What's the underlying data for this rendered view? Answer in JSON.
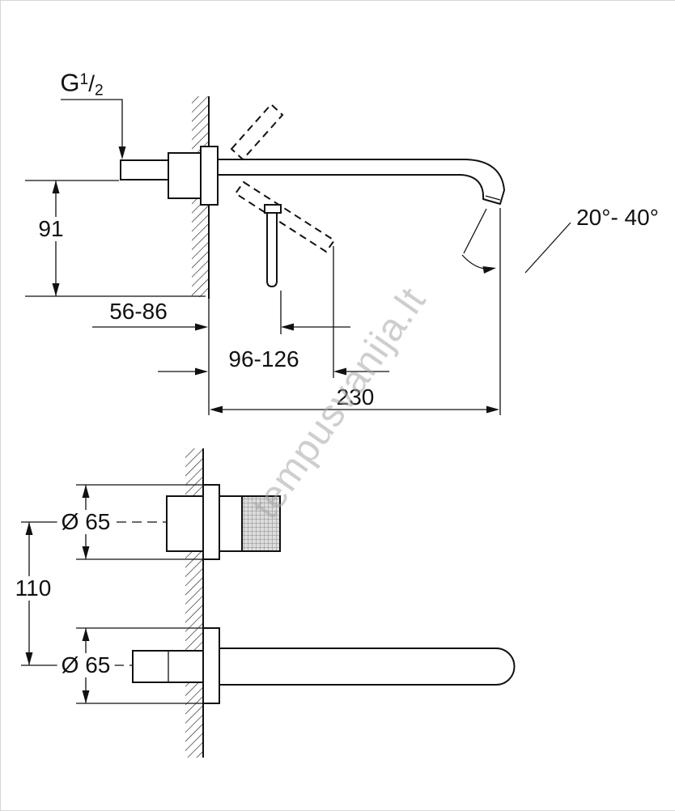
{
  "watermark": "tempusvanija.lt",
  "thread_label": {
    "base": "G",
    "numerator": "1",
    "slash": "/",
    "denominator": "2"
  },
  "dimensions": {
    "depth_91": "91",
    "range_small": "56-86",
    "range_large": "96-126",
    "spout_reach": "230",
    "spout_angle": "20°- 40°",
    "diameter_top": "Ø 65",
    "hole_spacing": "110",
    "diameter_bottom": "Ø 65"
  },
  "colors": {
    "line": "#111111",
    "watermark": "#a5a5a5",
    "background": "#ffffff"
  }
}
